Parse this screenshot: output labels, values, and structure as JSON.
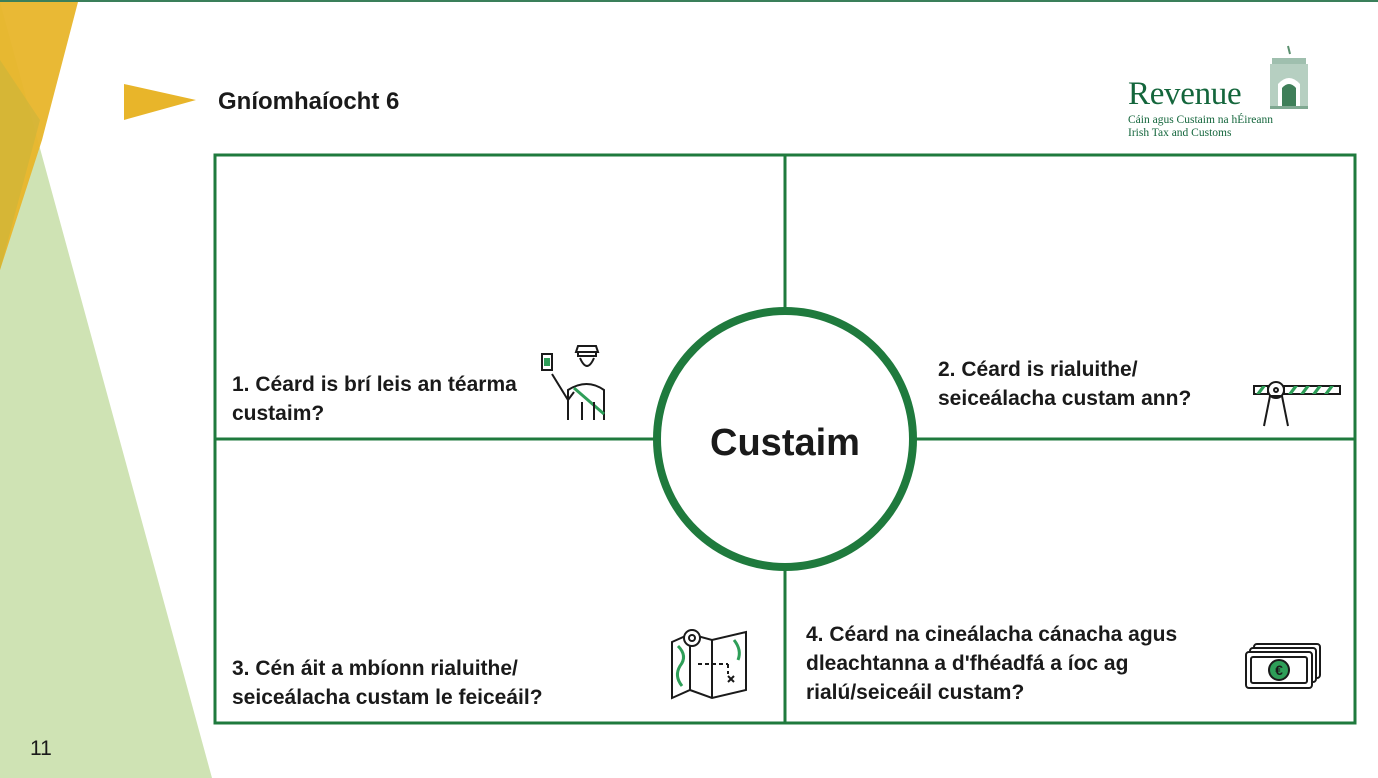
{
  "slide": {
    "title": "Gníomhaíocht 6",
    "page_number": "11"
  },
  "logo": {
    "wordmark": "Revenue",
    "line1": "Cáin agus Custaim na hÉireann",
    "line2": "Irish Tax and Customs"
  },
  "center": {
    "label": "Custaim"
  },
  "quadrants": [
    {
      "text": "1. Céard is brí leis an téarma custaim?",
      "icon": "customs-officer-icon"
    },
    {
      "text": "2. Céard is rialuithe/ seiceálacha custam ann?",
      "icon": "barrier-gate-icon"
    },
    {
      "text": "3. Cén áit a mbíonn rialuithe/ seiceálacha custam le feiceáil?",
      "icon": "map-icon"
    },
    {
      "text": "4. Céard na cineálacha cánacha agus dleachtanna a d'fhéadfá a íoc ag rialú/seiceáil custam?",
      "icon": "euro-banknotes-icon"
    }
  ],
  "colors": {
    "frame_green": "#1f7a3d",
    "logo_green": "#14663c",
    "accent_yellow": "#e8b52a",
    "light_green": "#cfe3b4"
  }
}
